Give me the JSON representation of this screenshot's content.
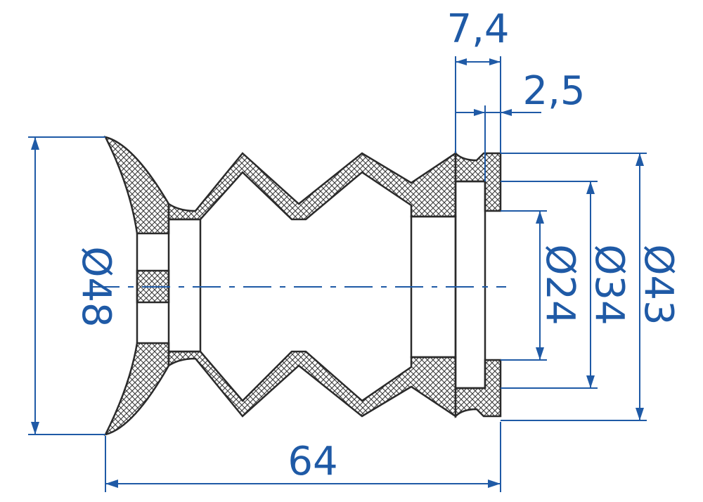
{
  "colors": {
    "dimension": "#1f5aa6",
    "outline": "#2a2a2a",
    "hatch": "#3a3a3a",
    "background": "#ffffff"
  },
  "dimensions": {
    "overall_length": "64",
    "outer_diameter": "Ø48",
    "flange_diameter": "Ø43",
    "bore_diameter": "Ø34",
    "inner_diameter": "Ø24",
    "flange_width": "7,4",
    "groove_width": "2,5"
  }
}
